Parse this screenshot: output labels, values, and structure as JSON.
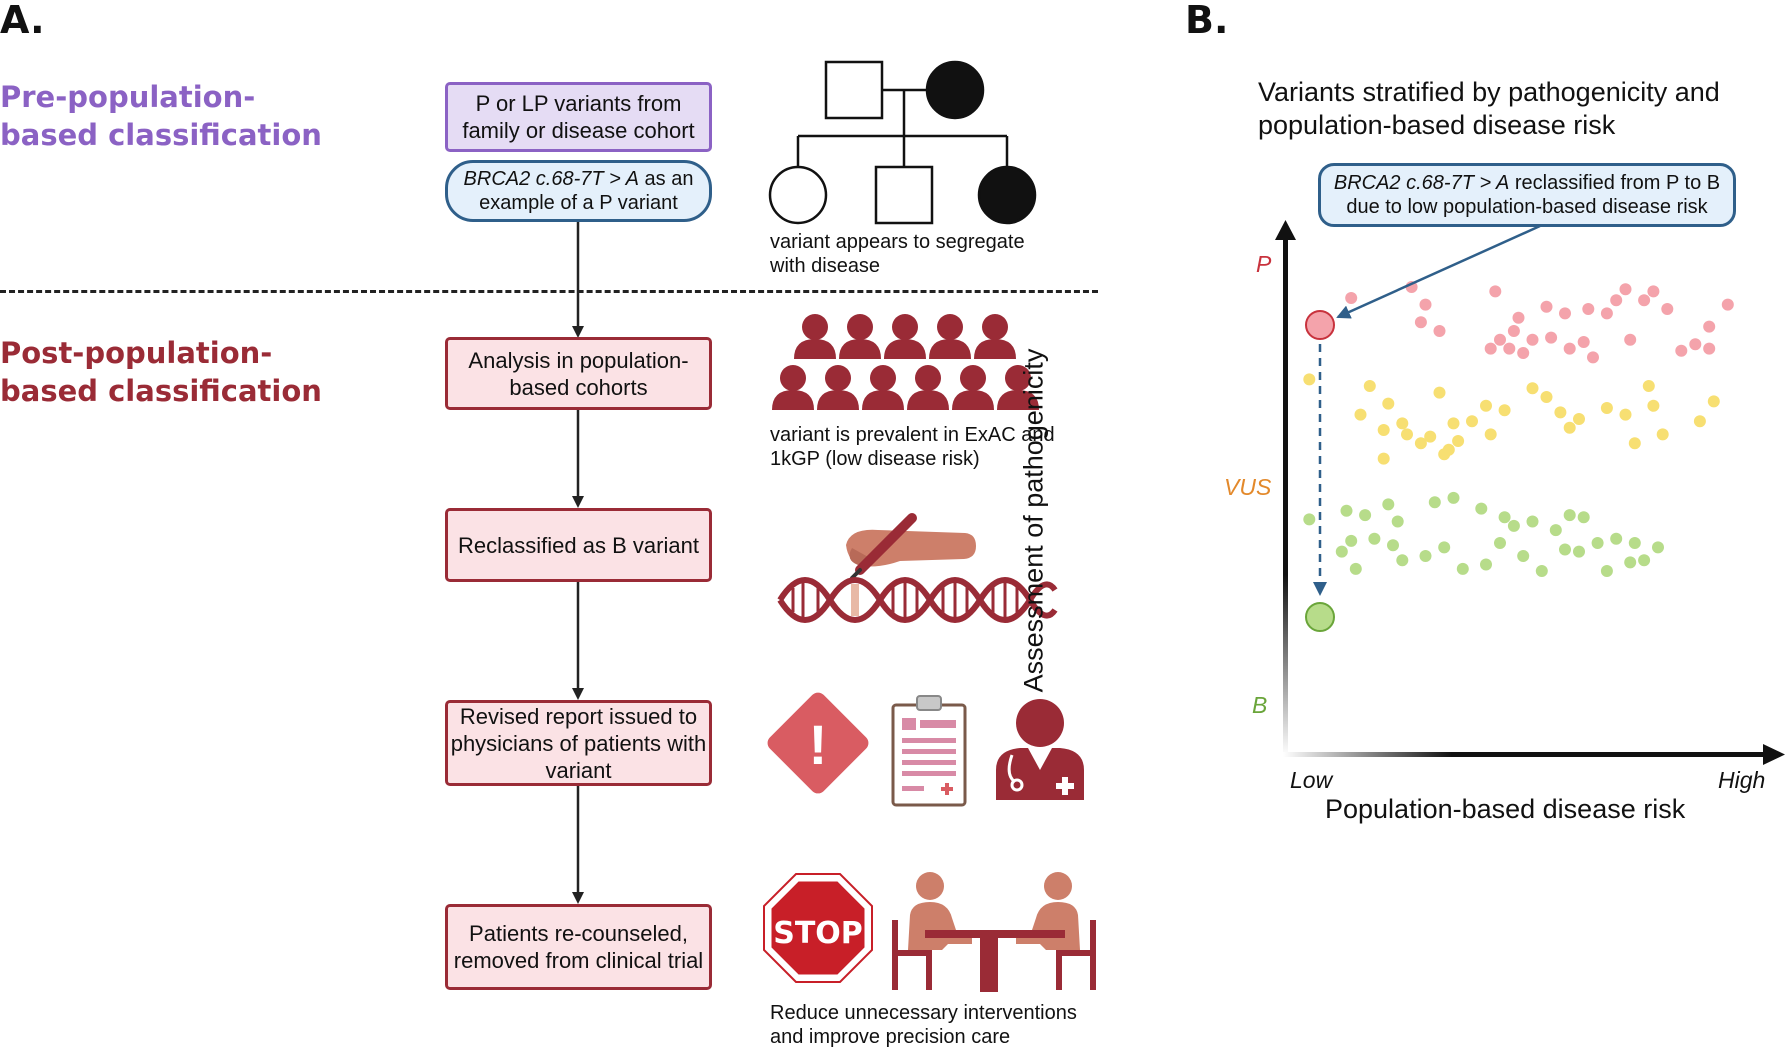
{
  "panels": {
    "a": "A.",
    "b": "B."
  },
  "section_pre": "Pre-population-based classification",
  "section_post": "Post-population-based classification",
  "flow": {
    "box_family": "P or LP variants from family or disease cohort",
    "example_italic": "BRCA2 c.68-7T > A",
    "example_rest": " as an example of a P variant",
    "box_analysis": "Analysis in population-based cohorts",
    "box_reclass": "Reclassified as B variant",
    "box_report": "Revised report issued to physicians of patients with variant",
    "box_counsel": "Patients re-counseled, removed from clinical trial"
  },
  "captions": {
    "pedigree": "variant appears to segregate with disease",
    "population": "variant is prevalent in ExAC and 1kGP (low disease risk)",
    "outcome": "Reduce unnecessary interventions and improve precision care"
  },
  "icons": {
    "stop_text": "STOP",
    "warning": "!",
    "names": [
      "pedigree-icon",
      "population-group-icon",
      "hand-editing-dna-icon",
      "warning-sign-icon",
      "clipboard-report-icon",
      "physician-icon",
      "stop-sign-icon",
      "counseling-table-icon"
    ]
  },
  "colors": {
    "purple": "#8b62c4",
    "dark_red": "#9a2b36",
    "blue": "#2f5f8a",
    "pathogenic": "#f4a3ab",
    "vus": "#f7df72",
    "benign": "#b7dc8a"
  },
  "panel_b": {
    "title": "Variants stratified by pathogenicity and population-based disease risk",
    "callout_italic": "BRCA2 c.68-7T > A",
    "callout_rest": " reclassified from P to B due to low population-based disease risk",
    "y_axis_label": "Assessment of pathogenicity",
    "x_axis_label": "Population-based disease risk",
    "y_levels": [
      "P",
      "VUS",
      "B"
    ],
    "x_ends": [
      "Low",
      "High"
    ]
  },
  "chart_data": {
    "type": "scatter",
    "title": "Variants stratified by pathogenicity and population-based disease risk",
    "xlabel": "Population-based disease risk",
    "ylabel": "Assessment of pathogenicity",
    "x_ticks": [
      "Low",
      "High"
    ],
    "y_ticks": [
      "B",
      "VUS",
      "P"
    ],
    "xlim": [
      0,
      100
    ],
    "ylim": [
      0,
      100
    ],
    "series": [
      {
        "name": "P",
        "color": "#f4a3ab",
        "points": [
          [
            24,
            90
          ],
          [
            11,
            85
          ],
          [
            27,
            82
          ],
          [
            42,
            88
          ],
          [
            26,
            74
          ],
          [
            47,
            76
          ],
          [
            53,
            81
          ],
          [
            57,
            78
          ],
          [
            62,
            80
          ],
          [
            30,
            70
          ],
          [
            46,
            70
          ],
          [
            43,
            66
          ],
          [
            50,
            66
          ],
          [
            54,
            67
          ],
          [
            41,
            62
          ],
          [
            45,
            62
          ],
          [
            48,
            60
          ],
          [
            58,
            62
          ],
          [
            61,
            65
          ],
          [
            63,
            58
          ],
          [
            70,
            89
          ],
          [
            68,
            84
          ],
          [
            76,
            88
          ],
          [
            79,
            80
          ],
          [
            66,
            78
          ],
          [
            71,
            66
          ],
          [
            82,
            61
          ],
          [
            85,
            64
          ],
          [
            88,
            62
          ],
          [
            92,
            82
          ],
          [
            88,
            72
          ],
          [
            74,
            84
          ]
        ]
      },
      {
        "name": "VUS",
        "color": "#f7df72",
        "points": [
          [
            2,
            48
          ],
          [
            15,
            45
          ],
          [
            19,
            37
          ],
          [
            13,
            32
          ],
          [
            22,
            28
          ],
          [
            23,
            23
          ],
          [
            18,
            25
          ],
          [
            26,
            19
          ],
          [
            28,
            22
          ],
          [
            40,
            36
          ],
          [
            37,
            29
          ],
          [
            34,
            20
          ],
          [
            32,
            16
          ],
          [
            30,
            42
          ],
          [
            33,
            28
          ],
          [
            41,
            23
          ],
          [
            44,
            34
          ],
          [
            50,
            44
          ],
          [
            53,
            40
          ],
          [
            56,
            33
          ],
          [
            60,
            30
          ],
          [
            66,
            35
          ],
          [
            70,
            32
          ],
          [
            72,
            19
          ],
          [
            75,
            45
          ],
          [
            76,
            36
          ],
          [
            78,
            23
          ],
          [
            86,
            29
          ],
          [
            89,
            38
          ],
          [
            58,
            26
          ],
          [
            31,
            14
          ],
          [
            18,
            12
          ]
        ]
      },
      {
        "name": "B",
        "color": "#b7dc8a",
        "points": [
          [
            2,
            -16
          ],
          [
            10,
            -12
          ],
          [
            14,
            -14
          ],
          [
            19,
            -9
          ],
          [
            21,
            -17
          ],
          [
            29,
            -8
          ],
          [
            33,
            -6
          ],
          [
            39,
            -11
          ],
          [
            44,
            -15
          ],
          [
            46,
            -19
          ],
          [
            50,
            -17
          ],
          [
            55,
            -21
          ],
          [
            58,
            -14
          ],
          [
            61,
            -15
          ],
          [
            57,
            -30
          ],
          [
            60,
            -31
          ],
          [
            64,
            -27
          ],
          [
            68,
            -25
          ],
          [
            72,
            -27
          ],
          [
            77,
            -29
          ],
          [
            71,
            -36
          ],
          [
            16,
            -25
          ],
          [
            11,
            -26
          ],
          [
            27,
            -33
          ],
          [
            31,
            -29
          ],
          [
            35,
            -39
          ],
          [
            40,
            -37
          ],
          [
            22,
            -35
          ],
          [
            48,
            -33
          ],
          [
            12,
            -39
          ],
          [
            9,
            -31
          ],
          [
            52,
            -40
          ],
          [
            66,
            -40
          ],
          [
            74,
            -35
          ],
          [
            43,
            -27
          ],
          [
            20,
            -28
          ]
        ]
      }
    ],
    "highlight": {
      "from": "P",
      "to": "B",
      "x_level": "Low"
    }
  }
}
